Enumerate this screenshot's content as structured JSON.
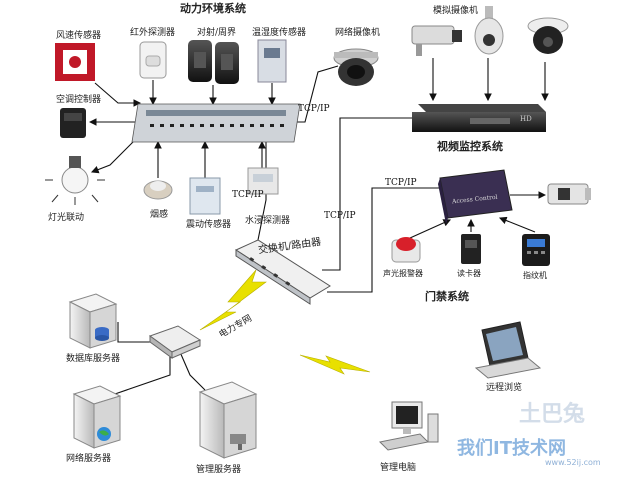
{
  "titles": {
    "power_env": "动力环境系统",
    "video_monitor": "视频监控系统",
    "access_control": "门禁系统"
  },
  "labels": {
    "wind_sensor": "风速传感器",
    "ir_detector": "红外探测器",
    "beam": "对射/周界",
    "temp_humidity": "温湿度传感器",
    "net_camera": "网络摄像机",
    "analog_camera": "模拟摄像机",
    "ac_controller": "空调控制器",
    "light_link": "灯光联动",
    "smoke": "烟感",
    "vibration": "震动传感器",
    "water_leak": "水浸探测器",
    "switch_router": "交换机/路由器",
    "power_net": "电力专网",
    "db_server": "数据库服务器",
    "web_server": "网络服务器",
    "mgmt_server": "管理服务器",
    "remote_browse": "远程浏览",
    "mgmt_pc": "管理电脑",
    "alarm": "声光报警器",
    "card_reader": "读卡器",
    "fingerprint": "指纹机",
    "access_panel": "Access Control",
    "dvr_text": "HD"
  },
  "protocols": {
    "p1": "TCP/IP",
    "p2": "TCP/IP",
    "p3": "TCP/IP",
    "p4": "TCP/IP"
  },
  "watermark": {
    "top": "土巴兔",
    "main": "我们IT技术网",
    "url": "www.52ij.com"
  },
  "colors": {
    "line": "#111111",
    "device_light": "#e8e8e8",
    "device_dark": "#2a2a2a",
    "bolt": "#e8e000",
    "panel_purple": "#3a2f52"
  }
}
